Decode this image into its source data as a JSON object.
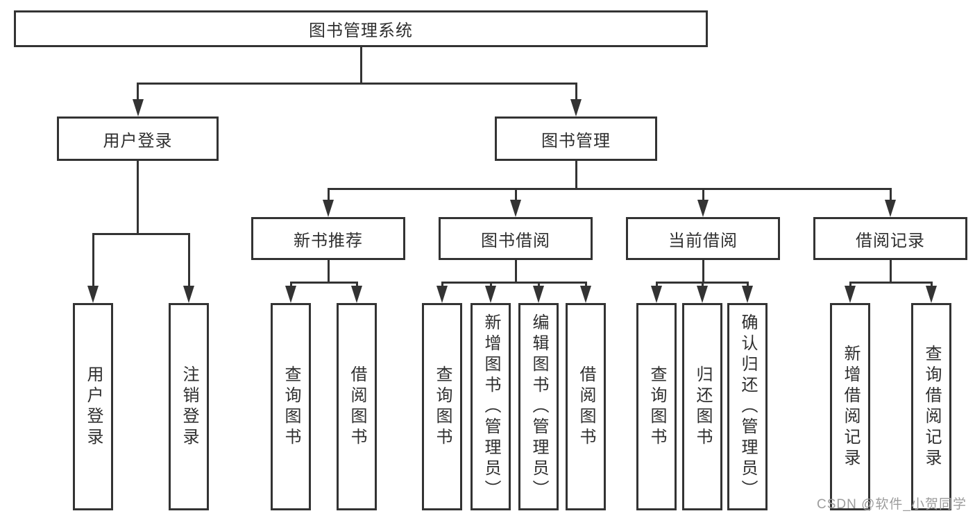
{
  "diagram": {
    "root": {
      "label": "图书管理系统"
    },
    "level1": [
      {
        "label": "用户登录"
      },
      {
        "label": "图书管理"
      }
    ],
    "level2": [
      {
        "label": "新书推荐"
      },
      {
        "label": "图书借阅"
      },
      {
        "label": "当前借阅"
      },
      {
        "label": "借阅记录"
      }
    ],
    "leaves": {
      "user_login": [
        "用户登录",
        "注销登录"
      ],
      "new_book_recommend": [
        "查询图书",
        "借阅图书"
      ],
      "book_borrow": [
        "查询图书",
        "新增图书（管理员）",
        "编辑图书（管理员）",
        "借阅图书"
      ],
      "current_borrow": [
        "查询图书",
        "归还图书",
        "确认归还（管理员）"
      ],
      "borrow_records": [
        "新增借阅记录",
        "查询借阅记录"
      ]
    }
  },
  "watermark": {
    "text": "CSDN @软件_小贺同学"
  },
  "colors": {
    "background": "#ffffff",
    "line": "#333333",
    "border": "#333333",
    "text": "#2f2f2f",
    "watermark": "#9c9c9c"
  }
}
